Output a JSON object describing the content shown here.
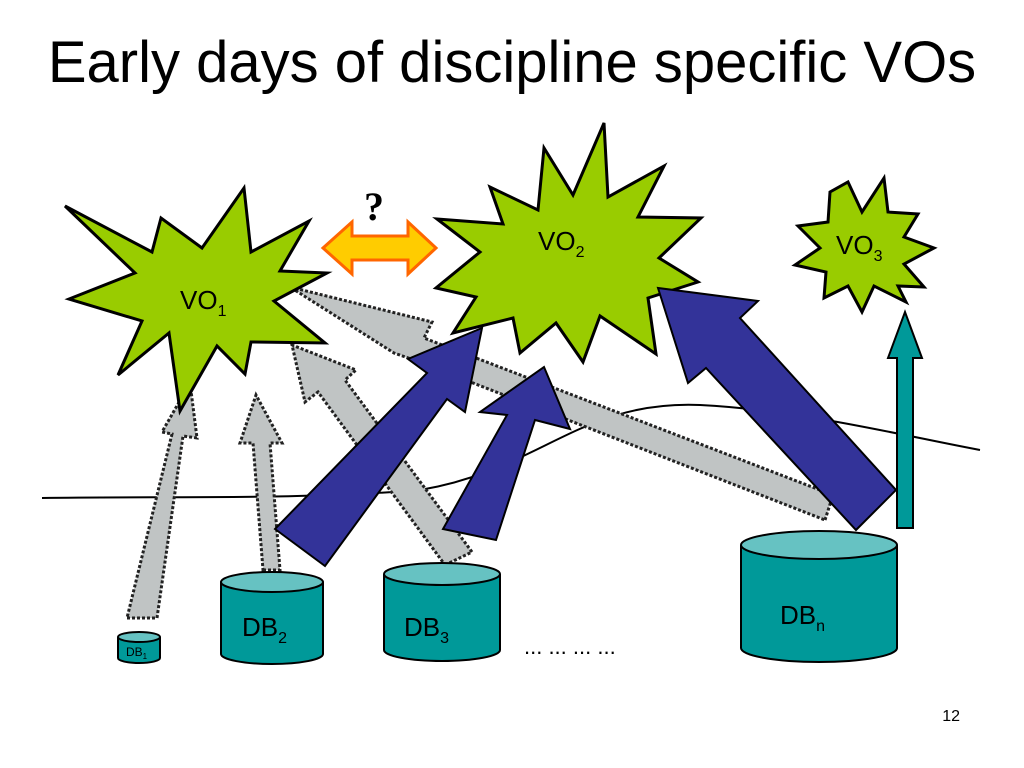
{
  "slide": {
    "title": "Early days of discipline specific VOs",
    "page_number": "12"
  },
  "vos": [
    {
      "main": "VO",
      "sub": "1"
    },
    {
      "main": "VO",
      "sub": "2"
    },
    {
      "main": "VO",
      "sub": "3"
    }
  ],
  "dbs": [
    {
      "main": "DB",
      "sub": "1"
    },
    {
      "main": "DB",
      "sub": "2"
    },
    {
      "main": "DB",
      "sub": "3"
    },
    {
      "main": "DB",
      "sub": "n"
    }
  ],
  "question_mark": "?",
  "ellipsis": "... ... ... ...",
  "colors": {
    "star_fill": "#99cc00",
    "cylinder_fill": "#009999",
    "cylinder_top": "#66c2c2",
    "blue_arrow": "#333399",
    "gray_arrow": "#c0c4c4",
    "teal_arrow": "#009999",
    "double_arrow_fill": "#ffcc00",
    "double_arrow_stroke": "#ff6600"
  }
}
